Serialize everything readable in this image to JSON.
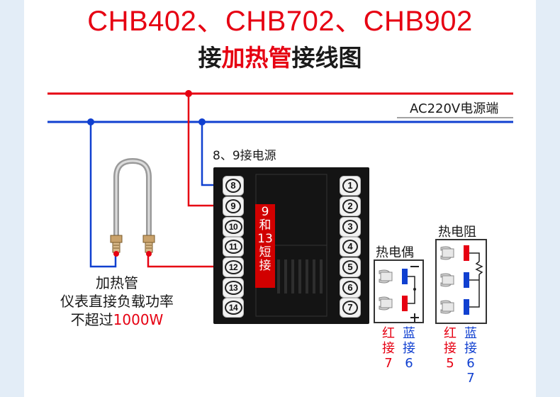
{
  "title": {
    "models": "CHB402、CHB702、CHB902",
    "sub_pre": "接",
    "sub_red1": "加热",
    "sub_red2": "管",
    "sub_post": "接线图"
  },
  "labels": {
    "ac_power": "AC220V电源端",
    "power_note": "8、9接电源",
    "heater_line1": "加热管",
    "heater_line2": "仪表直接负载功率",
    "heater_line3_pre": "不超过",
    "heater_line3_red": "1000W",
    "short_text": [
      "9",
      "和",
      "13",
      "短",
      "接"
    ],
    "thermocouple": "热电偶",
    "rtd": "热电阻",
    "tc_red": [
      "红",
      "接",
      "7"
    ],
    "tc_blue": [
      "蓝",
      "接",
      "6"
    ],
    "rtd_red": [
      "红",
      "接",
      "5"
    ],
    "rtd_blue": [
      "蓝",
      "接",
      "6",
      "7"
    ]
  },
  "terminals": {
    "left": [
      "8",
      "9",
      "10",
      "11",
      "12",
      "13",
      "14"
    ],
    "right": [
      "1",
      "2",
      "3",
      "4",
      "5",
      "6",
      "7"
    ]
  },
  "colors": {
    "live": "#e60012",
    "neutral": "#1040d0"
  }
}
